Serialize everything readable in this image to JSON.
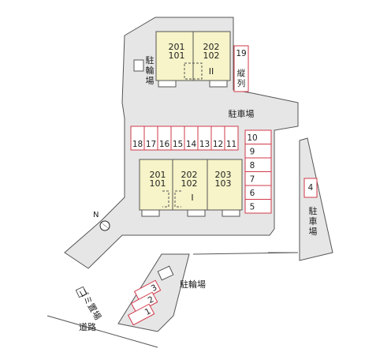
{
  "buildings": [
    {
      "name": "II",
      "units": [
        {
          "top": "201",
          "bottom": "101"
        },
        {
          "top": "202",
          "bottom": "102"
        }
      ]
    },
    {
      "name": "I",
      "units": [
        {
          "top": "201",
          "bottom": "101"
        },
        {
          "top": "202",
          "bottom": "102"
        },
        {
          "top": "203",
          "bottom": "103"
        }
      ]
    }
  ],
  "parking": {
    "vertical_left": [
      "19"
    ],
    "vertical_label": "縦列",
    "row_top": [
      "18",
      "17",
      "16",
      "15",
      "14",
      "13",
      "12",
      "11"
    ],
    "column_right": [
      "10",
      "9",
      "8",
      "7",
      "6",
      "5"
    ],
    "east_strip": [
      "4"
    ],
    "bottom_left": [
      "3",
      "2",
      "1"
    ]
  },
  "labels": {
    "bicycle_top": "駐輪場",
    "parking_main": "駐車場",
    "parking_east": "駐車場",
    "bicycle_bottom": "駐輪場",
    "garbage": "ゴミ置場",
    "road": "道路",
    "north": "N"
  },
  "colors": {
    "lot": "#e6e6e6",
    "building": "#f6f4c8",
    "space_border": "#d2394a"
  }
}
